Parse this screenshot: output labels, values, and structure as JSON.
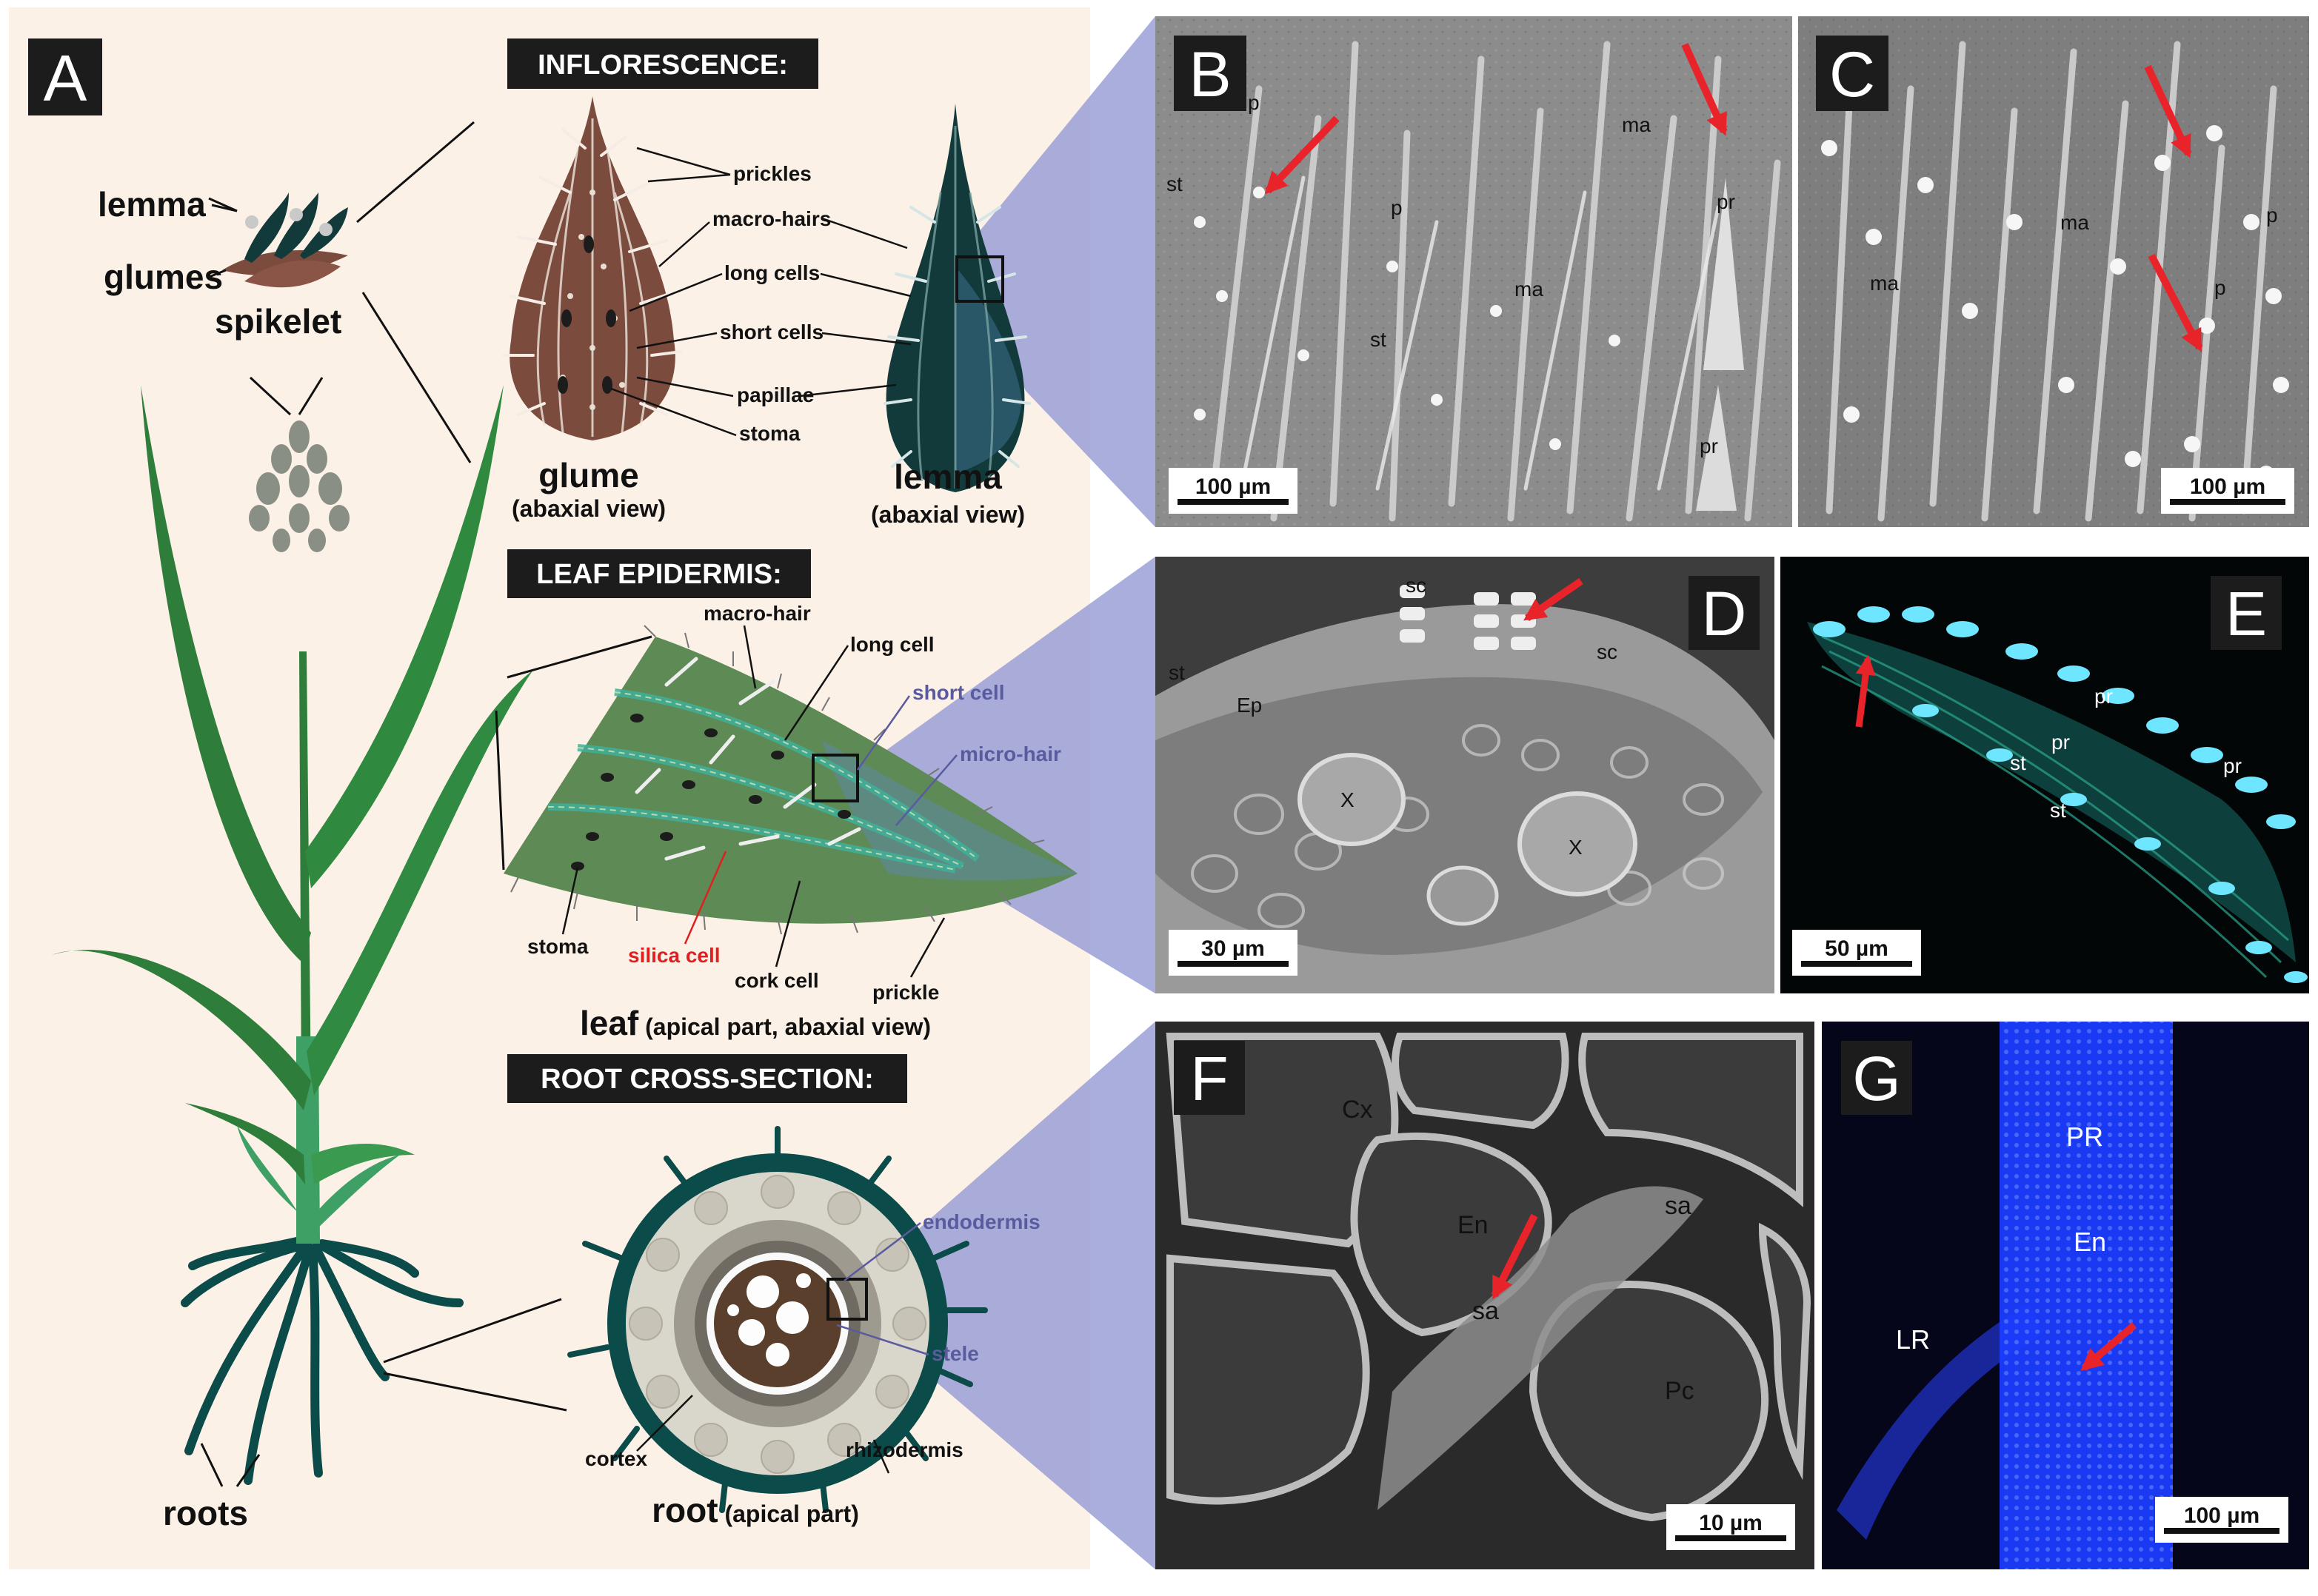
{
  "colors": {
    "beige": "#fcf1e6",
    "lavender": "#9aa0d6",
    "glume": "#7b4b3e",
    "lemma": "#123a3b",
    "leaf": "#5e8a55",
    "plant": "#2e7d3a",
    "root": "#0b4b4a",
    "arrow": "#e8232a",
    "silica": "#e02020"
  },
  "panel_a": {
    "letter": "A",
    "plant_labels": {
      "lemma": "lemma",
      "glumes": "glumes",
      "spikelet": "spikelet",
      "roots": "roots"
    },
    "inflorescence": {
      "header": "INFLORESCENCE:",
      "labels": [
        "prickles",
        "macro-hairs",
        "long cells",
        "short cells",
        "papillae",
        "stoma"
      ],
      "glume_title": "glume",
      "glume_sub": "(abaxial view)",
      "lemma_title": "lemma",
      "lemma_sub": "(abaxial view)"
    },
    "leaf_epidermis": {
      "header": "LEAF EPIDERMIS:",
      "macro_hair": "macro-hair",
      "long_cell": "long cell",
      "short_cell": "short cell",
      "micro_hair": "micro-hair",
      "stoma": "stoma",
      "silica_cell": "silica cell",
      "cork_cell": "cork cell",
      "prickle": "prickle",
      "title_bold": "leaf",
      "title_rest": " (apical part, abaxial view)"
    },
    "root_section": {
      "header": "ROOT CROSS-SECTION:",
      "endodermis": "endodermis",
      "stele": "stele",
      "cortex": "cortex",
      "rhizodermis": "rhizodermis",
      "title_bold": "root",
      "title_rest": " (apical part)"
    }
  },
  "micrographs": {
    "B": {
      "letter": "B",
      "scale": "100 µm",
      "labels": [
        "p",
        "st",
        "p",
        "ma",
        "pr",
        "ma",
        "st",
        "pr"
      ]
    },
    "C": {
      "letter": "C",
      "scale": "100 µm",
      "labels": [
        "ma",
        "ma",
        "p",
        "p"
      ]
    },
    "D": {
      "letter": "D",
      "scale": "30 µm",
      "labels": [
        "sc",
        "sc",
        "st",
        "Ep",
        "X",
        "X"
      ]
    },
    "E": {
      "letter": "E",
      "scale": "50 µm",
      "labels": [
        "pr",
        "pr",
        "st",
        "st",
        "pr"
      ]
    },
    "F": {
      "letter": "F",
      "scale": "10 µm",
      "labels": [
        "Cx",
        "En",
        "sa",
        "sa",
        "Pc"
      ]
    },
    "G": {
      "letter": "G",
      "scale": "100 µm",
      "labels": [
        "PR",
        "En",
        "LR"
      ]
    }
  }
}
